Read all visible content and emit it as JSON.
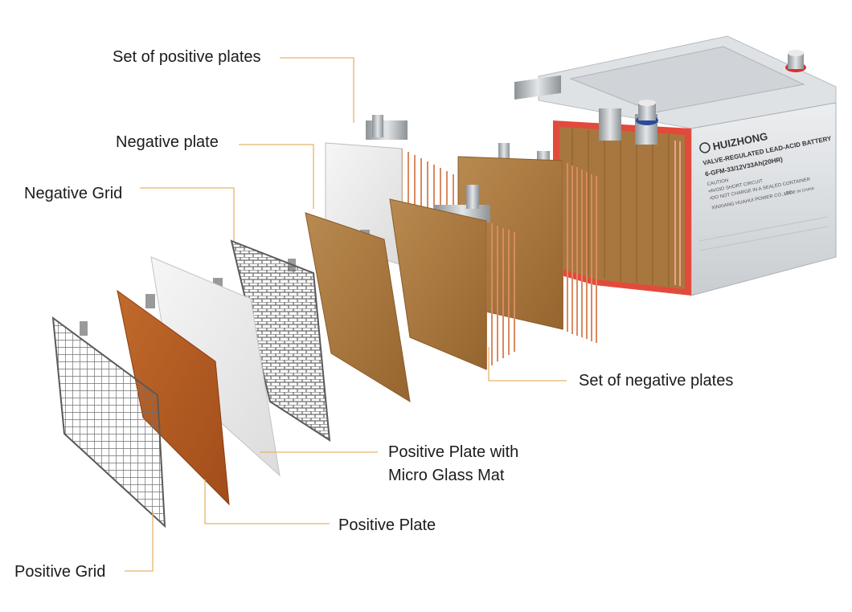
{
  "labels": {
    "set_of_positive_plates": "Set of positive plates",
    "negative_plate": "Negative plate",
    "negative_grid": "Negative Grid",
    "set_of_negative_plates": "Set of negative plates",
    "positive_plate_with_mat_line1": "Positive Plate with",
    "positive_plate_with_mat_line2": "Micro Glass Mat",
    "positive_plate": "Positive Plate",
    "positive_grid": "Positive Grid"
  },
  "battery_label": {
    "brand": "HUIZHONG",
    "type": "VALVE-REGULATED LEAD-ACID BATTERY",
    "model": "6-GFM-33/12V33Ah(20HR)",
    "caution": "CAUTION",
    "warning1": "•AVOID SHORT CIRCUIT",
    "warning2": "•DO NOT CHARGE IN A SEALED CONTAINER",
    "maker": "XINXIANG HUAHUI POWER CO.,LTD",
    "origin": "MADE IN CHINA"
  },
  "colors": {
    "leader_line": "#e6b46a",
    "grid_wire": "#6e6e6e",
    "negative_active": "#a8773f",
    "positive_active": "#b15a22",
    "glass_mat": "#ececec",
    "battery_case": "#d9dde0",
    "terminal_red": "#d63030",
    "terminal_blue": "#2d4a9a"
  }
}
